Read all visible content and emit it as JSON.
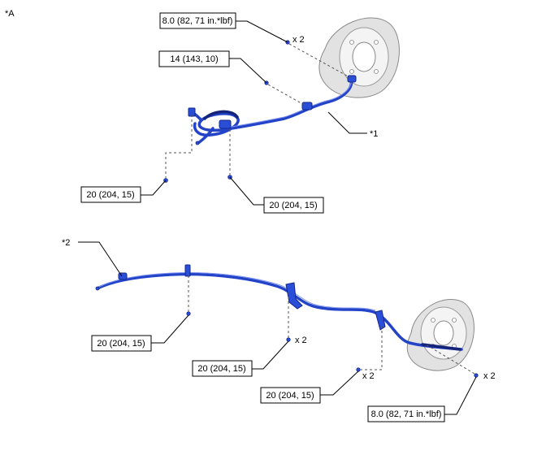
{
  "view_label": "*A",
  "labels": {
    "item1": "*1",
    "item2": "*2"
  },
  "torque": {
    "t1": "8.0 (82, 71 in.*lbf)",
    "t2": "14 (143, 10)",
    "t3": "20 (204, 15)",
    "t4": "20 (204, 15)",
    "t5": "20 (204, 15)",
    "t6": "20 (204, 15)",
    "t7": "20 (204, 15)",
    "t8": "8.0 (82, 71 in.*lbf)"
  },
  "quantities": {
    "q1": "x 2",
    "q2": "x 2",
    "q3": "x 2",
    "q4": "x 2"
  },
  "colors": {
    "cable": "#2344c8",
    "plate": "#e2e2e2"
  }
}
